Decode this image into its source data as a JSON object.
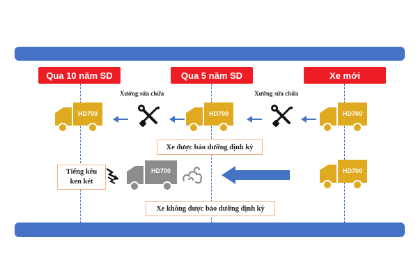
{
  "stages": [
    {
      "label": "Qua 10 năm SD"
    },
    {
      "label": "Qua 5 năm SD"
    },
    {
      "label": "Xe mới"
    }
  ],
  "workshop_label": "Xưởng sửa chữa",
  "truck_model": "HD700",
  "maintained_caption": "Xe được bảo dưỡng định kỳ",
  "unmaintained_caption": "Xe không được bảo dưỡng định kỳ",
  "noise_caption": [
    "Tiếng kêu",
    "ken két"
  ],
  "colors": {
    "band": "#4472c4",
    "stage_label": "#ee1c24",
    "truck_good": "#dfaa1f",
    "truck_bad": "#8c8c8c",
    "arrow": "#4472c4",
    "box_border": "#f4b183"
  },
  "icons": [
    "wrench-screwdriver-icon",
    "lightning-icon",
    "smoke-icon",
    "arrow-left-icon"
  ]
}
